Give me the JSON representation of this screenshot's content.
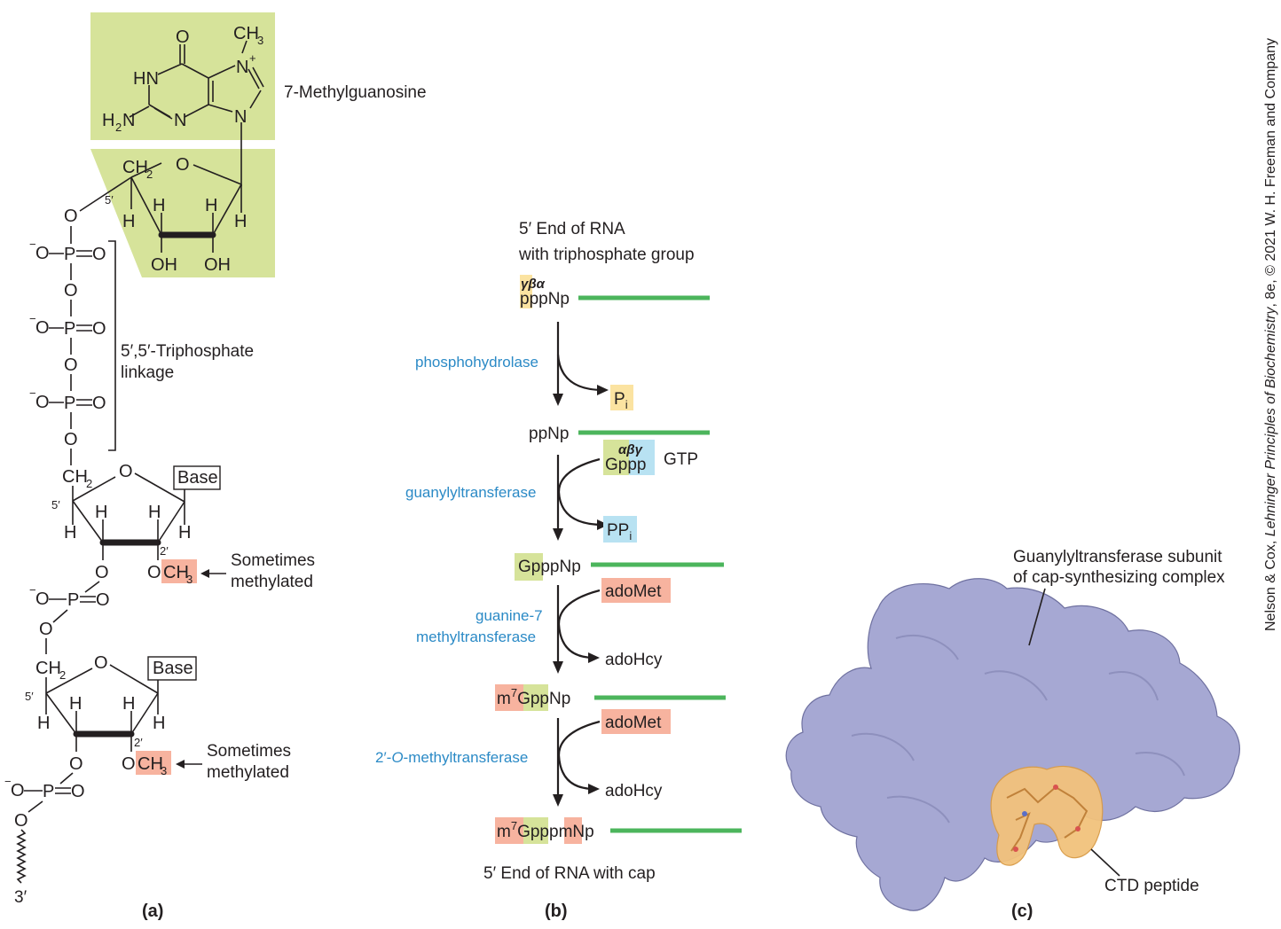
{
  "panel_a": {
    "methylguanosine_label": "7-Methylguanosine",
    "triphosphate_label_1": "5′,5′-Triphosphate",
    "triphosphate_label_2": "linkage",
    "base_label": "Base",
    "sometimes_1": "Sometimes",
    "methylated": "methylated",
    "och3": "CH",
    "three_prime": "3′",
    "five_prime": "5′",
    "two_prime": "2′",
    "panel_label": "(a)"
  },
  "panel_b": {
    "top_caption_1": "5′ End of RNA",
    "top_caption_2": "with triphosphate group",
    "greek_gba": "γβα",
    "pppNp_p": "p",
    "pppNp_rest": "ppNp",
    "enzyme_1": "phosphohydrolase",
    "product_pi": "P",
    "ppNp": "ppNp",
    "greek_abg": "αβγ",
    "gppp_g": "Gp",
    "gppp_pp": "pp",
    "gtp": "GTP",
    "enzyme_2": "guanylyltransferase",
    "product_ppi": "PP",
    "gpppNp_gp": "Gp",
    "gpppNp_rest": "ppNp",
    "adomet": "adoMet",
    "enzyme_3a": "guanine-7",
    "enzyme_3b": "methyltransferase",
    "adohcy": "adoHcy",
    "m7_m": "m",
    "m7_g": "Gp",
    "m7_rest": "pNp",
    "enzyme_4_pre": "2′-",
    "enzyme_4_o": "O",
    "enzyme_4_post": "-methyltransferase",
    "final_m": "m",
    "final_gp": "Gp",
    "final_pp": "pp",
    "final_m2": "m",
    "final_np": "Np",
    "bottom_caption": "5′ End of RNA with cap",
    "panel_label": "(b)"
  },
  "panel_c": {
    "label_top_1": "Guanylyltransferase subunit",
    "label_top_2": "of cap-synthesizing complex",
    "label_ctd": "CTD peptide",
    "panel_label": "(c)"
  },
  "credit": {
    "pre": "Nelson & Cox, ",
    "title": "Lehninger Principles of Biochemistry",
    "post": ", 8e, © 2021 W. H. Freeman and Company"
  },
  "colors": {
    "highlight_green": "#d6e39a",
    "highlight_yellow": "#fbe3a1",
    "highlight_blue": "#b8e2f2",
    "highlight_salmon": "#f7b39f",
    "rna_green": "#4cb55c",
    "enzyme_blue": "#2b8ac6",
    "protein_lavender": "#a6a8d3",
    "peptide_orange": "#f2c27c"
  }
}
